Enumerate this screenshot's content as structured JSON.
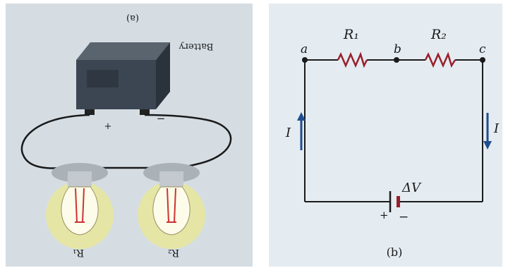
{
  "panel_a": {
    "caption": "(a)",
    "battery_label": "Battery",
    "plus": "+",
    "minus": "−",
    "bulb1_label": "R₁",
    "bulb2_label": "R₂"
  },
  "panel_b": {
    "caption": "(b)",
    "node_a": "a",
    "node_b": "b",
    "node_c": "c",
    "r1": "R₁",
    "r2": "R₂",
    "current_left": "I",
    "current_right": "I",
    "delta_v": "ΔV",
    "plus": "+",
    "minus": "−"
  },
  "colors": {
    "resistor": "#9a1f2a",
    "current_arrow": "#1f4d8f",
    "wire": "#1a1a1a",
    "battery_body": "#3b4652",
    "glow": "#f5f06a"
  }
}
